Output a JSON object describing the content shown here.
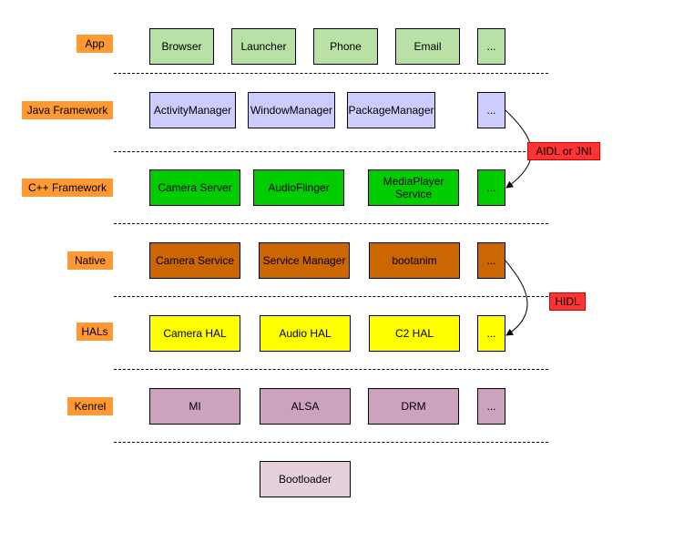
{
  "layers": {
    "app": "App",
    "java_framework": "Java Framework",
    "cpp_framework": "C++ Framework",
    "native": "Native",
    "hals": "HALs",
    "kernel": "Kenrel"
  },
  "app_row": [
    "Browser",
    "Launcher",
    "Phone",
    "Email",
    "..."
  ],
  "java_row": [
    "ActivityManager",
    "WindowManager",
    "PackageManager",
    "..."
  ],
  "cpp_row": [
    "Camera Server",
    "AudioFlinger",
    "MediaPlayer\nService",
    "..."
  ],
  "native_row": [
    "Camera Service",
    "Service Manager",
    "bootanim",
    "..."
  ],
  "hal_row": [
    "Camera HAL",
    "Audio HAL",
    "C2 HAL",
    "..."
  ],
  "kernel_row": [
    "MI",
    "ALSA",
    "DRM",
    "..."
  ],
  "bootloader": "Bootloader",
  "annotations": {
    "aidl": "AIDL or JNI",
    "hidl": "HIDL"
  },
  "colors": {
    "layer_label": "#ff9933",
    "app": "#b9e0a5",
    "java": "#ccccff",
    "cpp": "#00cc00",
    "native": "#cc6600",
    "hal": "#ffff00",
    "kernel": "#cda2be",
    "bootloader": "#e6d0de",
    "annotation": "#ff3333"
  }
}
